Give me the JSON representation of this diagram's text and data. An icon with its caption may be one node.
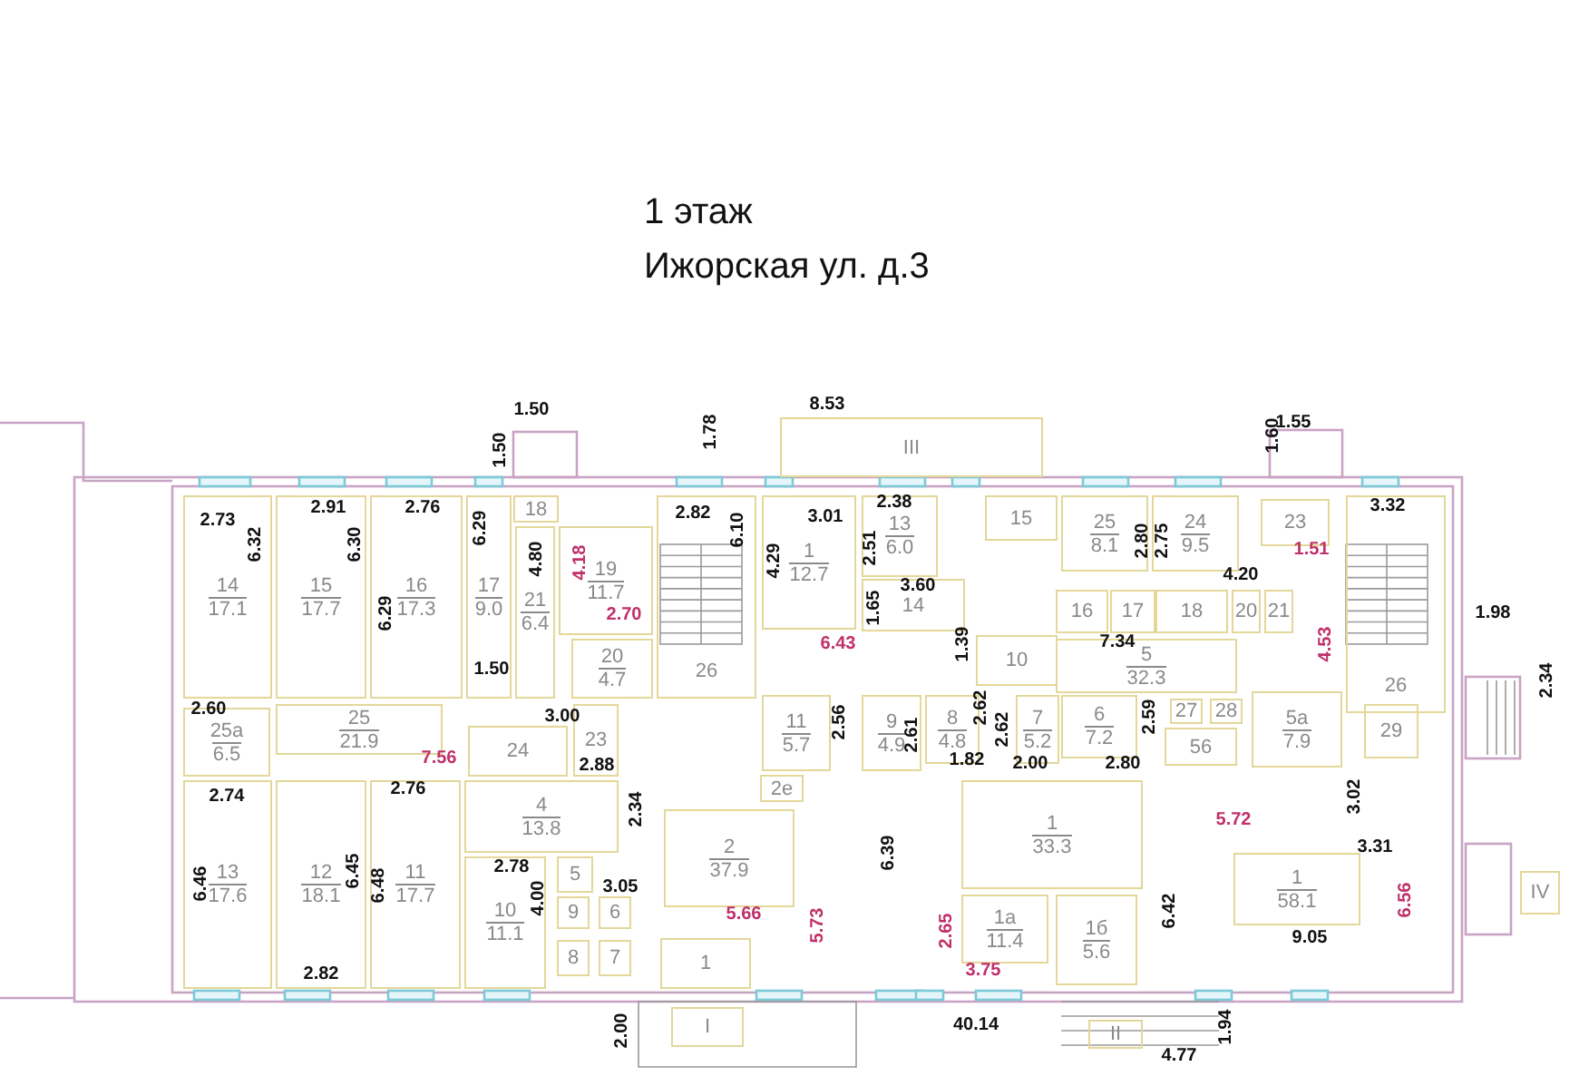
{
  "diagram": {
    "title": "1 этаж",
    "nodes": [
      {
        "text": [
          "III"
        ]
      },
      {
        "text": [
          "14",
          "17.1"
        ]
      },
      {
        "text": [
          "15",
          "17.7"
        ]
      },
      {
        "text": [
          "16",
          "17.3"
        ]
      },
      {
        "text": [
          "17",
          "9.0"
        ]
      },
      {
        "text": [
          "18"
        ]
      },
      {
        "text": [
          "19",
          "11.7"
        ]
      },
      {
        "text": [
          "26"
        ]
      },
      {
        "text": [
          "1",
          "12.7"
        ]
      },
      {
        "text": [
          "13",
          "6.0"
        ]
      },
      {
        "text": [
          "15"
        ]
      },
      {
        "text": [
          "25",
          "8.1"
        ]
      },
      {
        "text": [
          "24",
          "9.5"
        ]
      },
      {
        "text": [
          "23"
        ]
      },
      {
        "text": [
          "26"
        ]
      },
      {
        "text": [
          "21",
          "6.4"
        ]
      },
      {
        "text": [
          "14"
        ]
      },
      {
        "text": [
          "16"
        ]
      },
      {
        "text": [
          "17"
        ]
      },
      {
        "text": [
          "18"
        ]
      },
      {
        "text": [
          "20"
        ]
      },
      {
        "text": [
          "21"
        ]
      },
      {
        "text": [
          "20",
          "4.7"
        ]
      },
      {
        "text": [
          "10"
        ]
      },
      {
        "text": [
          "5",
          "32.3"
        ]
      },
      {
        "text": [
          "25а",
          "6.5"
        ]
      },
      {
        "text": [
          "25",
          "21.9"
        ]
      },
      {
        "text": [
          "24"
        ]
      },
      {
        "text": [
          "23"
        ]
      },
      {
        "text": [
          "11",
          "5.7"
        ]
      },
      {
        "text": [
          "9",
          "4.9"
        ]
      },
      {
        "text": [
          "8",
          "4.8"
        ]
      },
      {
        "text": [
          "7",
          "5.2"
        ]
      },
      {
        "text": [
          "6",
          "7.2"
        ]
      },
      {
        "text": [
          "27"
        ]
      },
      {
        "text": [
          "28"
        ]
      },
      {
        "text": [
          "56"
        ]
      },
      {
        "text": [
          "5а",
          "7.9"
        ]
      },
      {
        "text": [
          "29"
        ]
      },
      {
        "text": [
          "13",
          "17.6"
        ]
      },
      {
        "text": [
          "12",
          "18.1"
        ]
      },
      {
        "text": [
          "11",
          "17.7"
        ]
      },
      {
        "text": [
          "4",
          "13.8"
        ]
      },
      {
        "text": [
          "2е"
        ]
      },
      {
        "text": [
          "1",
          "33.3"
        ]
      },
      {
        "text": [
          "10",
          "11.1"
        ]
      },
      {
        "text": [
          "5"
        ]
      },
      {
        "text": [
          "2",
          "37.9"
        ]
      },
      {
        "text": [
          "9"
        ]
      },
      {
        "text": [
          "6"
        ]
      },
      {
        "text": [
          "8"
        ]
      },
      {
        "text": [
          "7"
        ]
      },
      {
        "text": [
          "1а",
          "11.4"
        ]
      },
      {
        "text": [
          "1б",
          "5.6"
        ]
      },
      {
        "text": [
          "1",
          "58.1"
        ]
      },
      {
        "text": [
          "IV"
        ]
      },
      {
        "text": [
          "1"
        ]
      },
      {
        "text": [
          "I"
        ]
      },
      {
        "text": [
          "II"
        ]
      }
    ],
    "labels": [
      "Ижорская ул. д.3",
      "1.50",
      "1.50",
      "1.78",
      "8.53",
      "1.60",
      "1.55",
      "2.73",
      "6.32",
      "2.91",
      "6.30",
      "2.76",
      "6.29",
      "6.29",
      "4.80",
      "2.82",
      "6.10",
      "3.01",
      "2.38",
      "4.29",
      "2.51",
      "3.32",
      "4.18",
      "2.80",
      "2.75",
      "1.51",
      "1.65",
      "3.60",
      "4.20",
      "1.98",
      "2.70",
      "1.39",
      "6.43",
      "7.34",
      "4.53",
      "2.34",
      "1.50",
      "2.60",
      "3.00",
      "2.56",
      "2.61",
      "2.62",
      "2.62",
      "2.59",
      "7.56",
      "2.88",
      "1.82",
      "2.00",
      "2.80",
      "2.74",
      "2.76",
      "3.02",
      "2.34",
      "5.72",
      "3.31",
      "6.46",
      "6.45",
      "6.48",
      "2.78",
      "4.00",
      "3.05",
      "6.39",
      "6.56",
      "6.42",
      "5.66",
      "5.73",
      "2.65",
      "9.05",
      "3.75",
      "2.82",
      "2.00",
      "40.14",
      "1.94",
      "4.77"
    ]
  }
}
